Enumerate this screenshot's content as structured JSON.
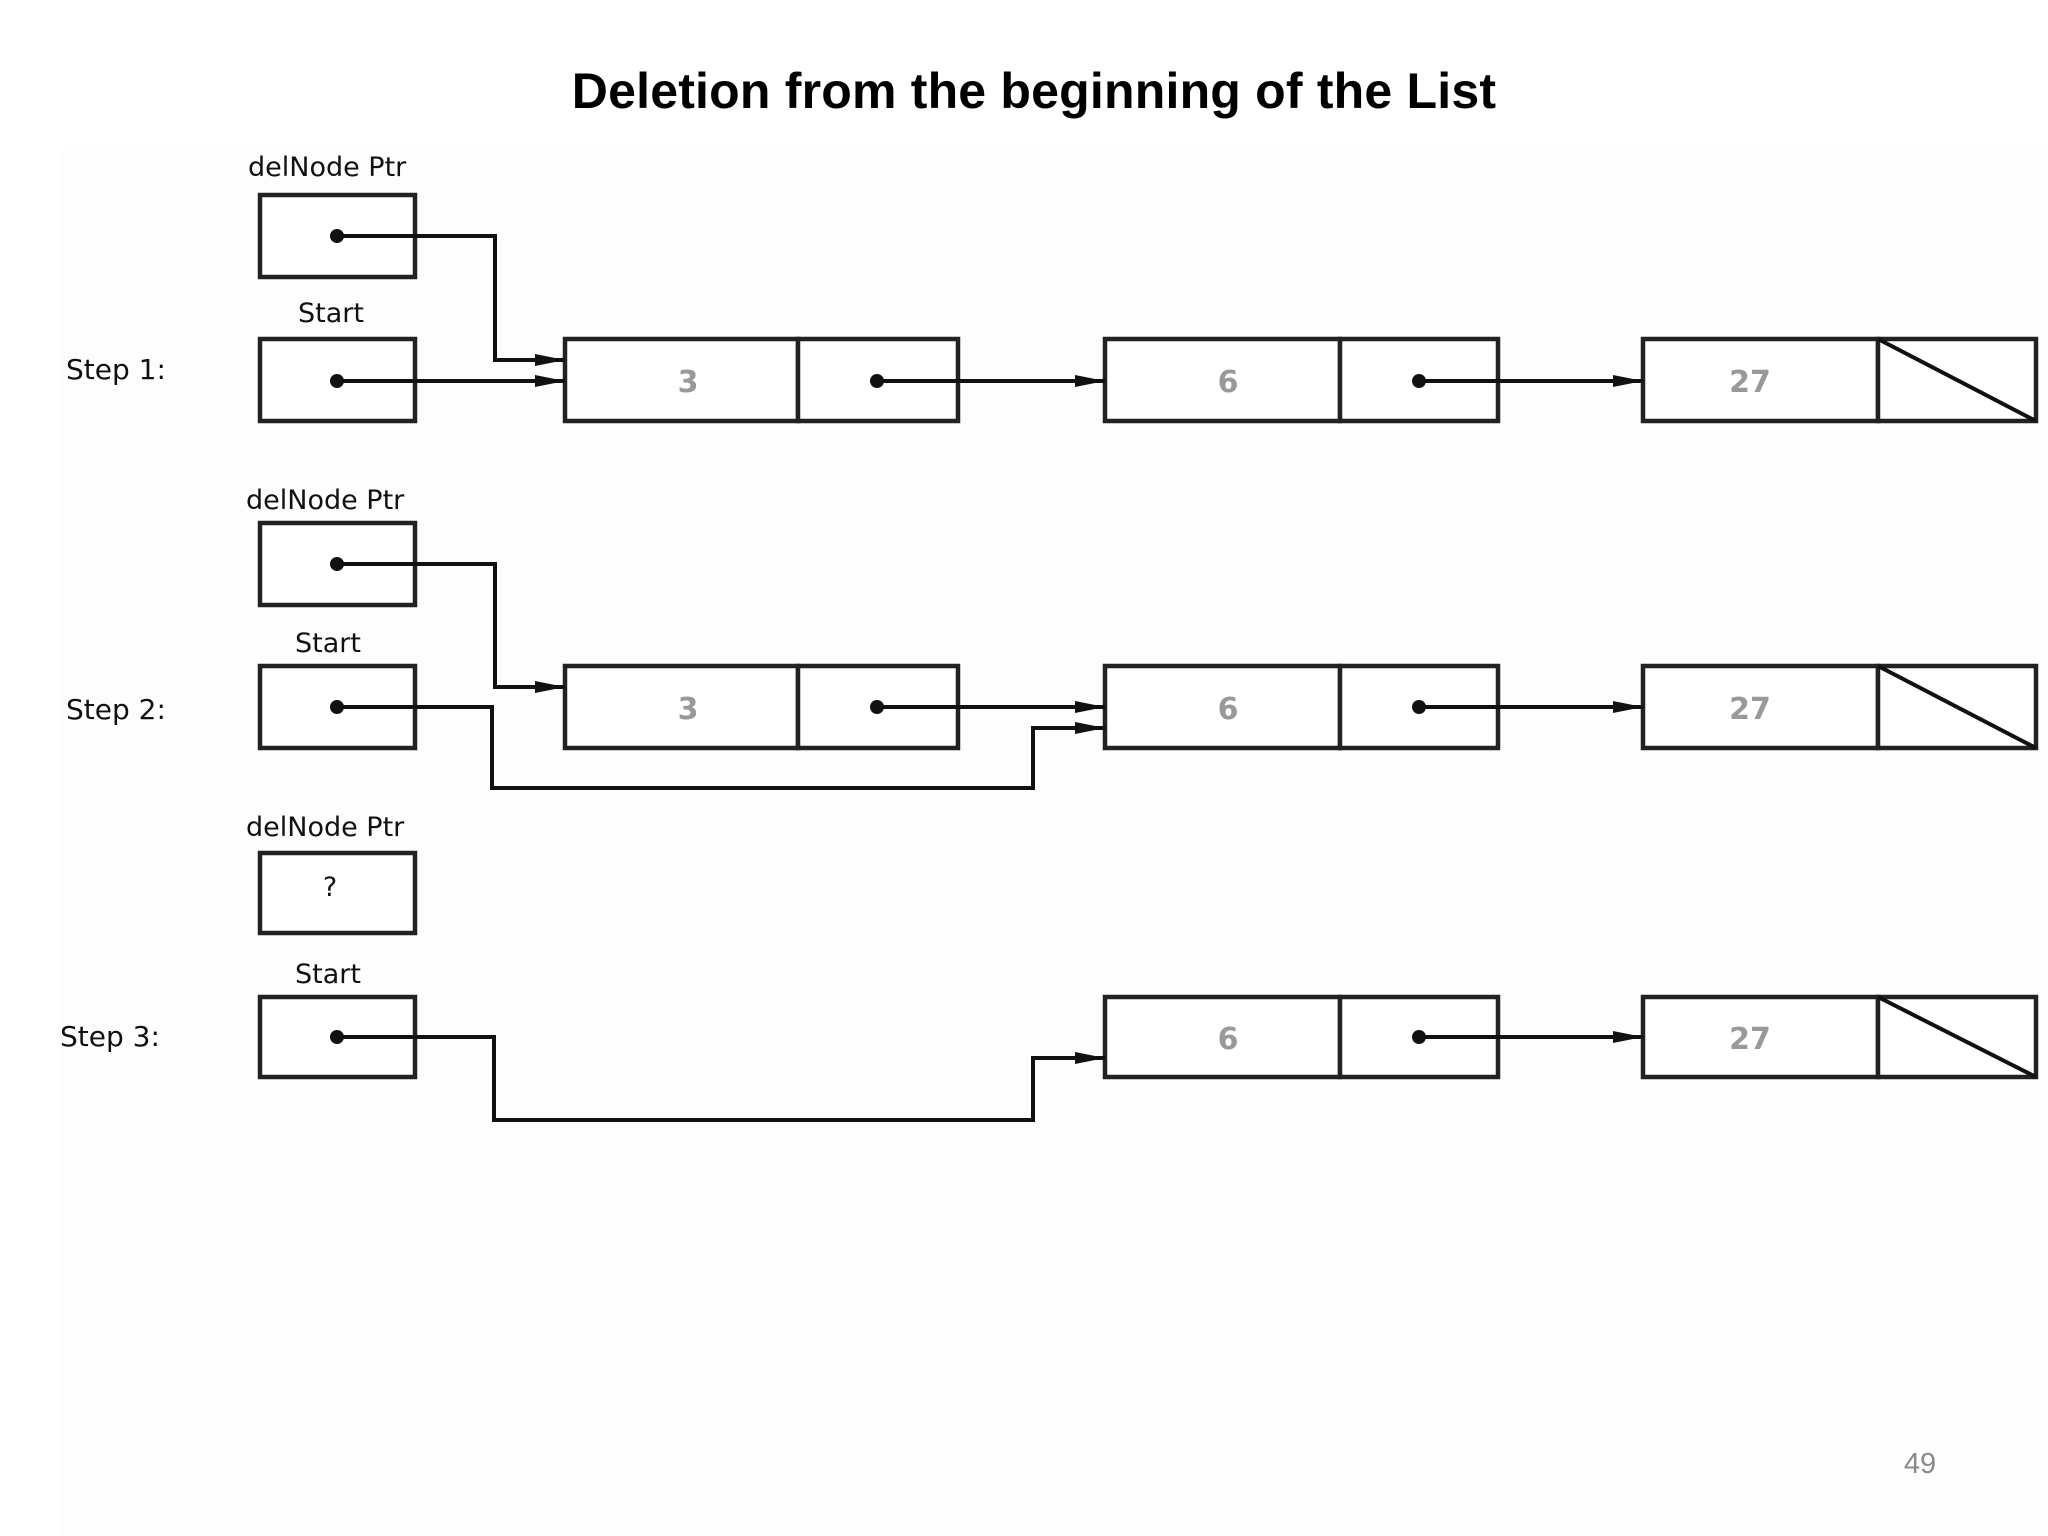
{
  "title": "Deletion from the beginning of the List",
  "page_number": "49",
  "pointer_labels": {
    "del_node_ptr": "delNode Ptr",
    "start": "Start",
    "unknown_value": "?"
  },
  "steps": [
    {
      "label": "Step 1:",
      "nodes": [
        "3",
        "6",
        "27"
      ]
    },
    {
      "label": "Step 2:",
      "nodes": [
        "3",
        "6",
        "27"
      ]
    },
    {
      "label": "Step 3:",
      "nodes": [
        "6",
        "27"
      ]
    }
  ]
}
